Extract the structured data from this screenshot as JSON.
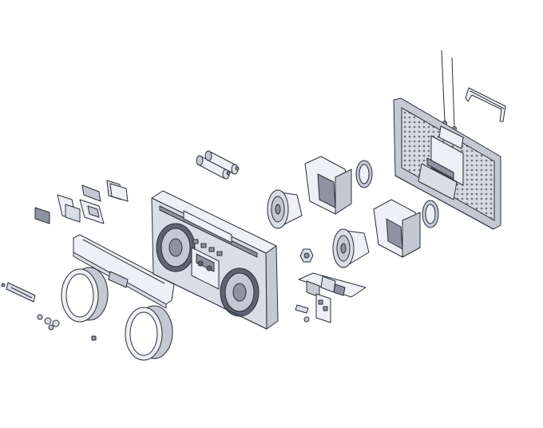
{
  "drawing": {
    "background": "#ffffff",
    "line_color": "#2b2f38",
    "shade_light": "#eef0f5",
    "shade_mid": "#d9dde6",
    "shade_dark": "#8d93a0"
  },
  "parts": [
    {
      "id": "main-housing",
      "name": "front-housing"
    },
    {
      "id": "rear-housing",
      "name": "rear-housing-with-grille"
    },
    {
      "id": "speaker-1",
      "name": "woofer-cone-upper"
    },
    {
      "id": "speaker-2",
      "name": "woofer-cone-lower"
    },
    {
      "id": "speaker-box-1",
      "name": "speaker-enclosure-upper"
    },
    {
      "id": "speaker-box-2",
      "name": "speaker-enclosure-lower"
    },
    {
      "id": "ring-1",
      "name": "speaker-trim-ring-upper"
    },
    {
      "id": "ring-2",
      "name": "speaker-trim-ring-lower"
    },
    {
      "id": "batteries",
      "name": "battery-pair"
    },
    {
      "id": "antenna",
      "name": "telescopic-antennas"
    },
    {
      "id": "handle",
      "name": "carry-handle"
    },
    {
      "id": "circuit-board",
      "name": "control-circuit-board"
    },
    {
      "id": "control-strip",
      "name": "front-control-strip"
    }
  ]
}
